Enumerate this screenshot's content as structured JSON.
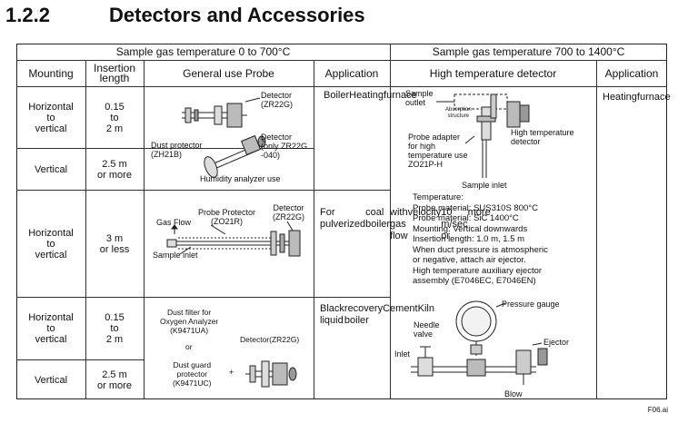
{
  "section": {
    "number": "1.2.2",
    "title": "Detectors and Accessories"
  },
  "table": {
    "group_headers": [
      "Sample gas temperature 0 to 700°C",
      "Sample gas temperature 700 to 1400°C"
    ],
    "columns": [
      "Mounting",
      [
        "Insertion",
        "length"
      ],
      "General use Probe",
      "Application",
      "High temperature detector",
      "Application"
    ],
    "rows": [
      {
        "mounting": [
          "Horizontal",
          "to",
          "vertical"
        ],
        "length": [
          "0.15",
          "to",
          "2 m"
        ]
      },
      {
        "mounting": [
          "Vertical"
        ],
        "length": [
          "2.5 m",
          "or more"
        ]
      },
      {
        "mounting": [
          "Horizontal",
          "to",
          "vertical"
        ],
        "length": [
          "3 m",
          "or less"
        ]
      },
      {
        "mounting": [
          "Horizontal",
          "to",
          "vertical"
        ],
        "length": [
          "0.15",
          "to",
          "2 m"
        ]
      },
      {
        "mounting": [
          "Vertical"
        ],
        "length": [
          "2.5 m",
          "or more"
        ]
      }
    ],
    "applications": {
      "group1": [
        "Boiler",
        "Heating",
        "furnace"
      ],
      "group2": [
        "For pulverized",
        "coal boiler",
        "with gas flow",
        "velocity",
        "10 m/sec or",
        "more"
      ],
      "group3": [
        "Black liquid",
        "recovery boiler",
        "Cement",
        "Kiln"
      ],
      "high_temp": [
        "Heating",
        "furnace"
      ]
    },
    "probe_notes": {
      "group1": {
        "detector_a": [
          "Detector",
          "(ZR22G)"
        ],
        "detector_b": [
          "Detector",
          "(only ZR22G",
          "-040)"
        ],
        "dust_protector": [
          "Dust protector",
          "(ZH21B)"
        ],
        "humidity": "Humidity analyzer use"
      },
      "group2": {
        "probe_protector": [
          "Probe Protector",
          "(ZO21R)"
        ],
        "detector": [
          "Detector",
          "(ZR22G)"
        ],
        "gas_flow": "Gas Flow",
        "sample_inlet": "Sample inlet"
      },
      "group3": {
        "dust_filter": [
          "Dust filter for",
          "Oxygen Analyzer",
          "(K9471UA)"
        ],
        "or": "or",
        "dust_guard": [
          "Dust guard",
          "protector",
          "(K9471UC)"
        ],
        "detector": "Detector(ZR22G)",
        "plus": "+"
      }
    },
    "high_temp": {
      "sample_outlet": [
        "Sample",
        "outlet"
      ],
      "absorption": [
        "Absorption",
        "structure"
      ],
      "detector": [
        "High temperature",
        "detector"
      ],
      "adapter": [
        "Probe adapter",
        "for high",
        "temperature use",
        "ZO21P-H"
      ],
      "sample_inlet": "Sample inlet",
      "specs": [
        "Temperature:",
        "  Probe material: SUS310S 800°C",
        "  Probe material: SiC 1400°C",
        "Mounting: Vertical downwards",
        "Insertion length: 1.0 m, 1.5 m",
        "When duct pressure is atmospheric",
        "or negative, attach air ejector.",
        "High temperature auxiliary ejector",
        "assembly (E7046EC, E7046EN)"
      ],
      "pressure_gauge": "Pressure gauge",
      "needle_valve": [
        "Needle",
        "valve"
      ],
      "inlet": "Inlet",
      "ejector": "Ejector",
      "blow": "Blow"
    }
  },
  "figure_label": "F06.ai"
}
